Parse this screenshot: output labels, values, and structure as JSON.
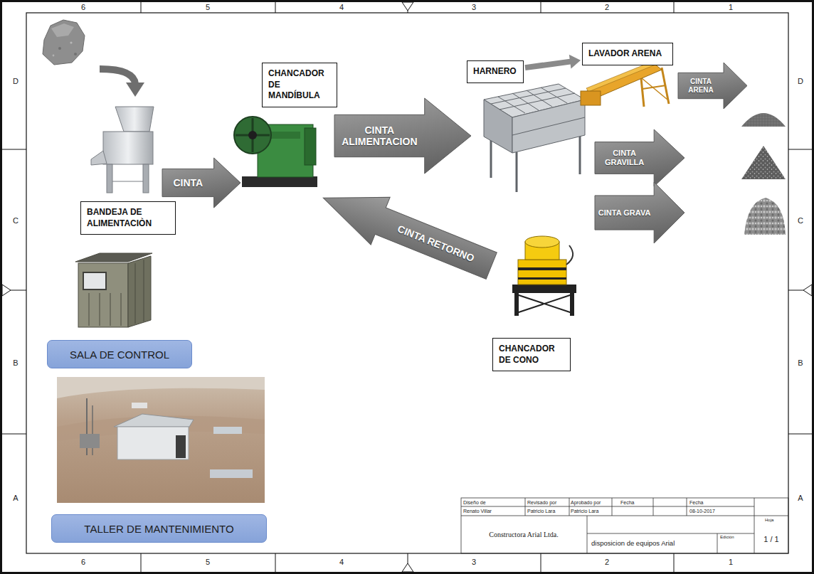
{
  "diagram": {
    "nodes": [
      {
        "text": [
          "CHANCADOR DE MANDÍBULA"
        ]
      },
      {
        "text": [
          "HARNERO"
        ]
      },
      {
        "text": [
          "LAVADOR ARENA"
        ]
      },
      {
        "text": [
          "CINTA ARENA"
        ]
      },
      {
        "text": [
          "CINTA ALIMENTACION"
        ]
      },
      {
        "text": [
          "CINTA GRAVILLA"
        ]
      },
      {
        "text": [
          "CINTA"
        ]
      },
      {
        "text": [
          "CINTA GRAVA"
        ]
      },
      {
        "text": [
          "BANDEJA DE ALIMENTACIÒN"
        ]
      },
      {
        "text": [
          "CINTA RETORNO"
        ]
      },
      {
        "text": [
          "SALA DE CONTROL"
        ]
      },
      {
        "text": [
          "CHANCADOR DE CONO"
        ]
      },
      {
        "text": [
          "TALLER DE MANTENIMIENTO"
        ]
      }
    ],
    "edges": [
      {
        "from": 1,
        "to": 2,
        "arrow": "to"
      }
    ],
    "labels": [
      "6",
      "5",
      "4",
      "3",
      "2",
      "1",
      "D",
      "D",
      "C",
      "C",
      "B",
      "B",
      "A",
      "A",
      "Diseño de",
      "Revisado por",
      "Aprobado por",
      "Fecha",
      "Fecha",
      "Renato Villar",
      "Patricio Lara",
      "Patricio Lara",
      "08-10-2017",
      "Constructora Arial Ltda.",
      "disposicion de equipos Arial",
      "Edición",
      "Hoja",
      "1 / 1",
      "6",
      "5",
      "4",
      "3",
      "2",
      "1"
    ]
  }
}
